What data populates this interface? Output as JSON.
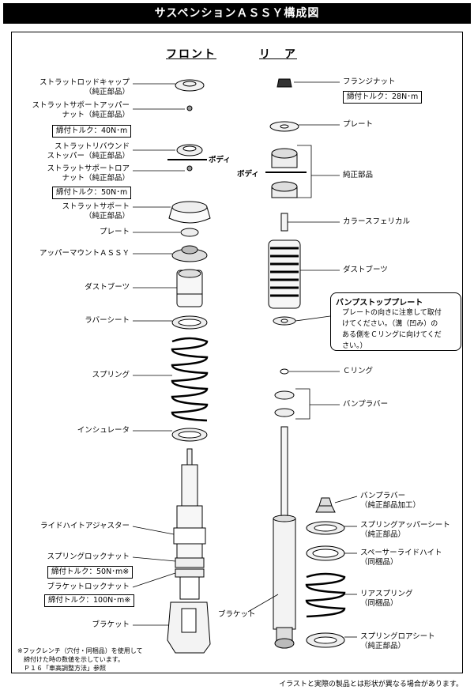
{
  "title": "サスペンションＡＳＳＹ構成図",
  "columns": {
    "front": "フロント",
    "rear": "リ　ア"
  },
  "front": {
    "rod_cap": [
      "ストラットロッドキャップ",
      "（純正部品）"
    ],
    "support_upper_nut": [
      "ストラットサポートアッパー",
      "ナット（純正部品）"
    ],
    "torque_1": "締付トルク：40N･m",
    "rebound_stopper": [
      "ストラットリバウンド",
      "ストッパー（純正部品）"
    ],
    "body": "ボディ",
    "support_lower_nut": [
      "ストラットサポートロア",
      "ナット（純正部品）"
    ],
    "torque_2": "締付トルク：50N･m",
    "strut_support": [
      "ストラットサポート",
      "（純正部品）"
    ],
    "plate": "プレート",
    "upper_mount": "アッパーマウントＡＳＳＹ",
    "dust_boot": "ダストブーツ",
    "rubber_seat": "ラバーシート",
    "spring": "スプリング",
    "insulator": "インシュレータ",
    "ride_height_adjuster": "ライドハイトアジャスター",
    "spring_lock_nut": "スプリングロックナット",
    "torque_3": "締付トルク：50N･m※",
    "bracket_lock_nut": "ブラケットロックナット",
    "torque_4": "締付トルク：100N･m※",
    "bracket": "ブラケット",
    "footnote": [
      "※フックレンチ（穴付・同梱品）を使用して",
      "　締付けた時の数値を示しています。",
      "　Ｐ１６「車高調整方法」参照"
    ]
  },
  "rear": {
    "flange_nut": "フランジナット",
    "torque": "締付トルク：28N･m",
    "plate": "プレート",
    "body": "ボディ",
    "genuine": "純正部品",
    "collar": "カラースフェリカル",
    "dust_boot": "ダストブーツ",
    "bump_stop_plate": "バンプストッププレート",
    "bump_note": [
      "プレートの向きに注意して取付",
      "けてください。（溝（凹み）の",
      "ある側をＣリングに向けてくだ",
      "さい。）"
    ],
    "c_ring": "Ｃリング",
    "bump_rubber": "バンプラバー",
    "bump_rubber_2": [
      "バンプラバー",
      "（純正部品加工）"
    ],
    "spring_upper_seat": [
      "スプリングアッパーシート",
      "（純正部品）"
    ],
    "spacer": [
      "スペーサーライドハイト",
      "（同梱品）"
    ],
    "rear_spring": [
      "リアスプリング",
      "（同梱品）"
    ],
    "bracket": "ブラケット",
    "spring_lower_seat": [
      "スプリングロアシート",
      "（純正部品）"
    ]
  },
  "disclaimer": "イラストと実際の製品とは形状が異なる場合があります。"
}
